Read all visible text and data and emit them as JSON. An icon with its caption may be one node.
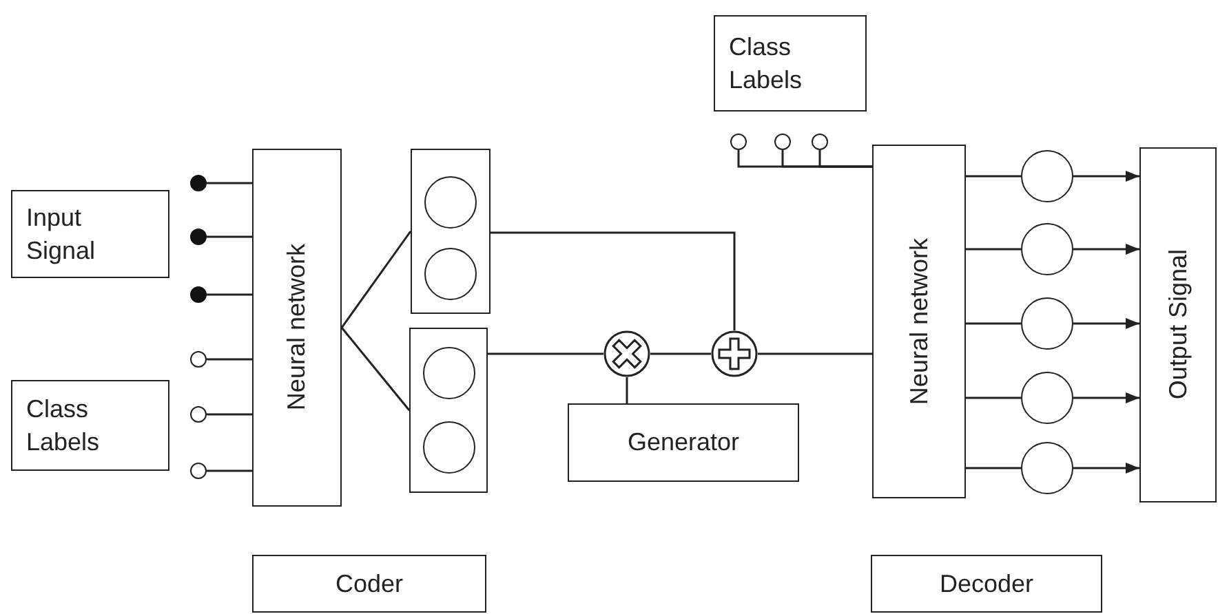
{
  "diagram": {
    "nodes": [
      {
        "text": [
          "Class Labels"
        ]
      },
      {
        "text": [
          "Input Signal"
        ]
      },
      {
        "text": [
          "Class Labels"
        ]
      },
      {
        "text": [
          "Neural network"
        ]
      },
      {
        "text": [],
        "shape": "box"
      },
      {
        "text": [],
        "shape": "circle",
        "in": 4
      },
      {
        "text": [],
        "shape": "circle",
        "in": 4
      },
      {
        "text": [],
        "shape": "box"
      },
      {
        "text": [],
        "shape": "circle",
        "in": 7
      },
      {
        "text": [],
        "shape": "circle",
        "in": 7
      },
      {
        "text": [],
        "shape": "dot"
      },
      {
        "text": [],
        "shape": "dot"
      },
      {
        "text": [],
        "shape": "dot"
      },
      {
        "text": [],
        "shape": "circle"
      },
      {
        "text": [],
        "shape": "circle"
      },
      {
        "text": [],
        "shape": "circle"
      },
      {
        "text": [],
        "shape": "cross"
      },
      {
        "text": [],
        "shape": "plus"
      },
      {
        "text": [
          "Generator"
        ]
      },
      {
        "text": [
          "Neural network"
        ]
      },
      {
        "text": [],
        "shape": "circle"
      },
      {
        "text": [],
        "shape": "circle"
      },
      {
        "text": [],
        "shape": "circle"
      },
      {
        "text": [],
        "shape": "circle"
      },
      {
        "text": [],
        "shape": "circle"
      },
      {
        "text": [],
        "shape": "circle"
      },
      {
        "text": [],
        "shape": "circle"
      },
      {
        "text": [],
        "shape": "circle"
      },
      {
        "text": [
          "Output Signal"
        ]
      },
      {
        "text": [
          "Coder"
        ]
      },
      {
        "text": [
          "Decoder"
        ]
      }
    ],
    "edges": [
      {
        "from": 10,
        "to": 3,
        "arrow": "none"
      },
      {
        "from": 11,
        "to": 3,
        "arrow": "none"
      },
      {
        "from": 12,
        "to": 3,
        "arrow": "none"
      },
      {
        "from": 13,
        "to": 3,
        "arrow": "none"
      },
      {
        "from": 14,
        "to": 3,
        "arrow": "none"
      },
      {
        "from": 15,
        "to": 3,
        "arrow": "none"
      },
      {
        "from": 3,
        "to": 4,
        "arrow": "none"
      },
      {
        "from": 3,
        "to": 7,
        "arrow": "none"
      },
      {
        "from": 4,
        "to": 17,
        "arrow": "none"
      },
      {
        "from": 7,
        "to": 16,
        "arrow": "none"
      },
      {
        "from": 16,
        "to": 17,
        "arrow": "none"
      },
      {
        "from": 17,
        "to": 19,
        "arrow": "none"
      },
      {
        "from": 18,
        "to": 16,
        "arrow": "none"
      },
      {
        "from": 20,
        "to": 19,
        "arrow": "none"
      },
      {
        "from": 21,
        "to": 19,
        "arrow": "none"
      },
      {
        "from": 22,
        "to": 19,
        "arrow": "none"
      },
      {
        "from": 19,
        "to": 23,
        "arrow": "none"
      },
      {
        "from": 19,
        "to": 24,
        "arrow": "none"
      },
      {
        "from": 19,
        "to": 25,
        "arrow": "none"
      },
      {
        "from": 19,
        "to": 26,
        "arrow": "none"
      },
      {
        "from": 19,
        "to": 27,
        "arrow": "none"
      },
      {
        "from": 23,
        "to": 28,
        "arrow": "to"
      },
      {
        "from": 24,
        "to": 28,
        "arrow": "to"
      },
      {
        "from": 25,
        "to": 28,
        "arrow": "to"
      },
      {
        "from": 26,
        "to": 28,
        "arrow": "to"
      },
      {
        "from": 27,
        "to": 28,
        "arrow": "to"
      }
    ]
  }
}
